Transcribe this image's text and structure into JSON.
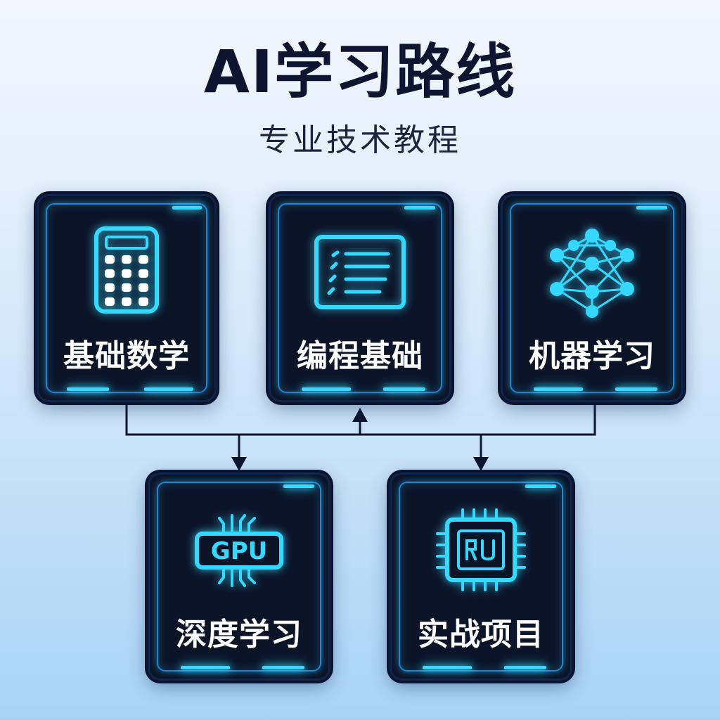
{
  "title": "AI学习路线",
  "subtitle": "专业技术教程",
  "colors": {
    "accent": "#35d8ff",
    "card_bg": "#0c1428",
    "title": "#0d1530",
    "connector": "#0d1530"
  },
  "steps": [
    {
      "label": "基础数学",
      "icon": "calculator-icon"
    },
    {
      "label": "编程基础",
      "icon": "code-list-icon"
    },
    {
      "label": "机器学习",
      "icon": "neural-network-icon"
    },
    {
      "label": "深度学习",
      "icon": "gpu-chip-icon",
      "icon_text": "GPU"
    },
    {
      "label": "实战项目",
      "icon": "processor-chip-icon"
    }
  ]
}
